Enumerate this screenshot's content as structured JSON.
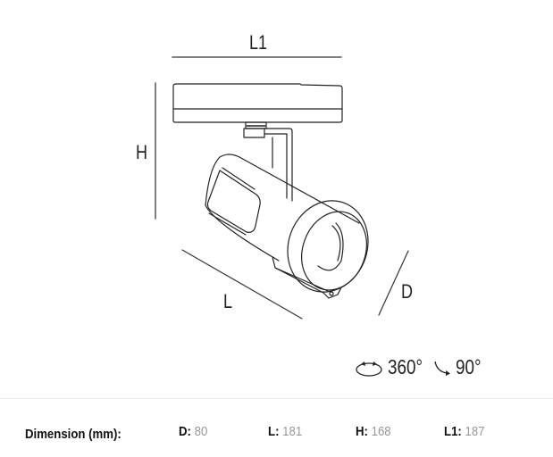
{
  "drawing": {
    "labels": {
      "L1": "L1",
      "H": "H",
      "L": "L",
      "D": "D"
    },
    "rotation": {
      "pan_icon": "rotate-360-icon",
      "pan": "360°",
      "tilt_icon": "tilt-arc-icon",
      "tilt": "90°"
    }
  },
  "dimensions": {
    "title": "Dimension (mm):",
    "items": [
      {
        "key": "D",
        "sep": ": ",
        "value": "80"
      },
      {
        "key": "L",
        "sep": ": ",
        "value": "181"
      },
      {
        "key": "H",
        "sep": ": ",
        "value": "168"
      },
      {
        "key": "L1",
        "sep": ": ",
        "value": "187"
      }
    ]
  },
  "colors": {
    "line": "#222222",
    "dim_line": "#555555",
    "value_gray": "#999999",
    "divider": "#eeeeee"
  }
}
